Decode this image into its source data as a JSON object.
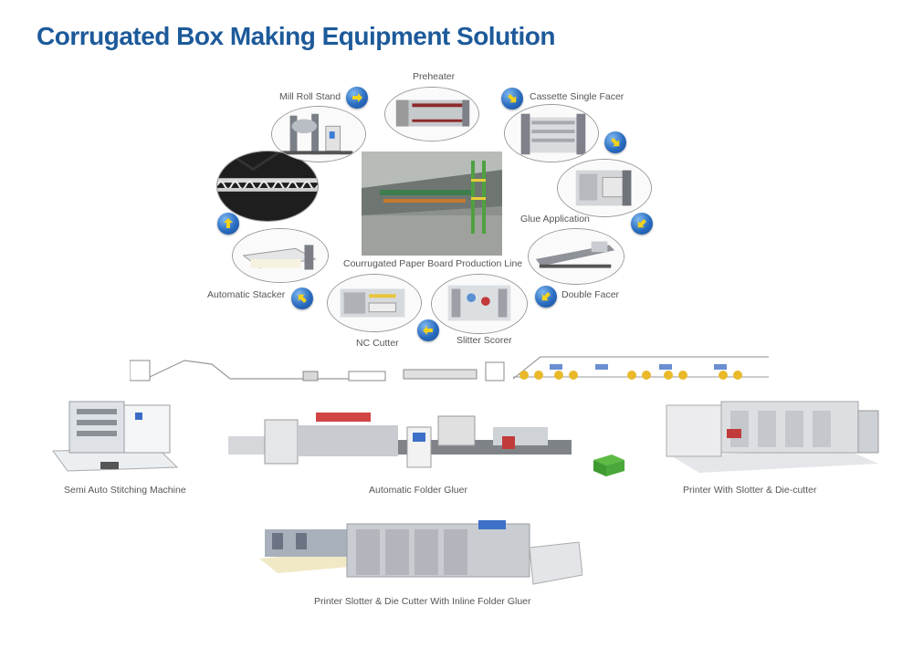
{
  "page": {
    "title": "Corrugated Box Making Equipment Solution",
    "accent_color": "#1d5a9a",
    "arrow_color": "#2a6cc0",
    "arrow_head_color": "#f2d21b"
  },
  "production_line": {
    "center_label": "Courrugated Paper Board Production Line",
    "stations": [
      {
        "label": "Mill Roll Stand",
        "icon": "mill-roll-stand-image"
      },
      {
        "label": "Preheater",
        "icon": "preheater-image"
      },
      {
        "label": "Cassette Single Facer",
        "icon": "single-facer-image"
      },
      {
        "label": "Glue  Application",
        "icon": "glue-machine-image"
      },
      {
        "label": "Double Facer",
        "icon": "double-facer-image"
      },
      {
        "label": "Slitter Scorer",
        "icon": "slitter-scorer-image"
      },
      {
        "label": "NC Cutter",
        "icon": "nc-cutter-image"
      },
      {
        "label": "Automatic Stacker",
        "icon": "stacker-image"
      }
    ]
  },
  "machines": [
    {
      "label": "Semi Auto Stitching Machine"
    },
    {
      "label": "Automatic Folder Gluer"
    },
    {
      "label": "Printer With Slotter & Die-cutter"
    },
    {
      "label": "Printer Slotter & Die Cutter With Inline Folder Gluer"
    }
  ]
}
